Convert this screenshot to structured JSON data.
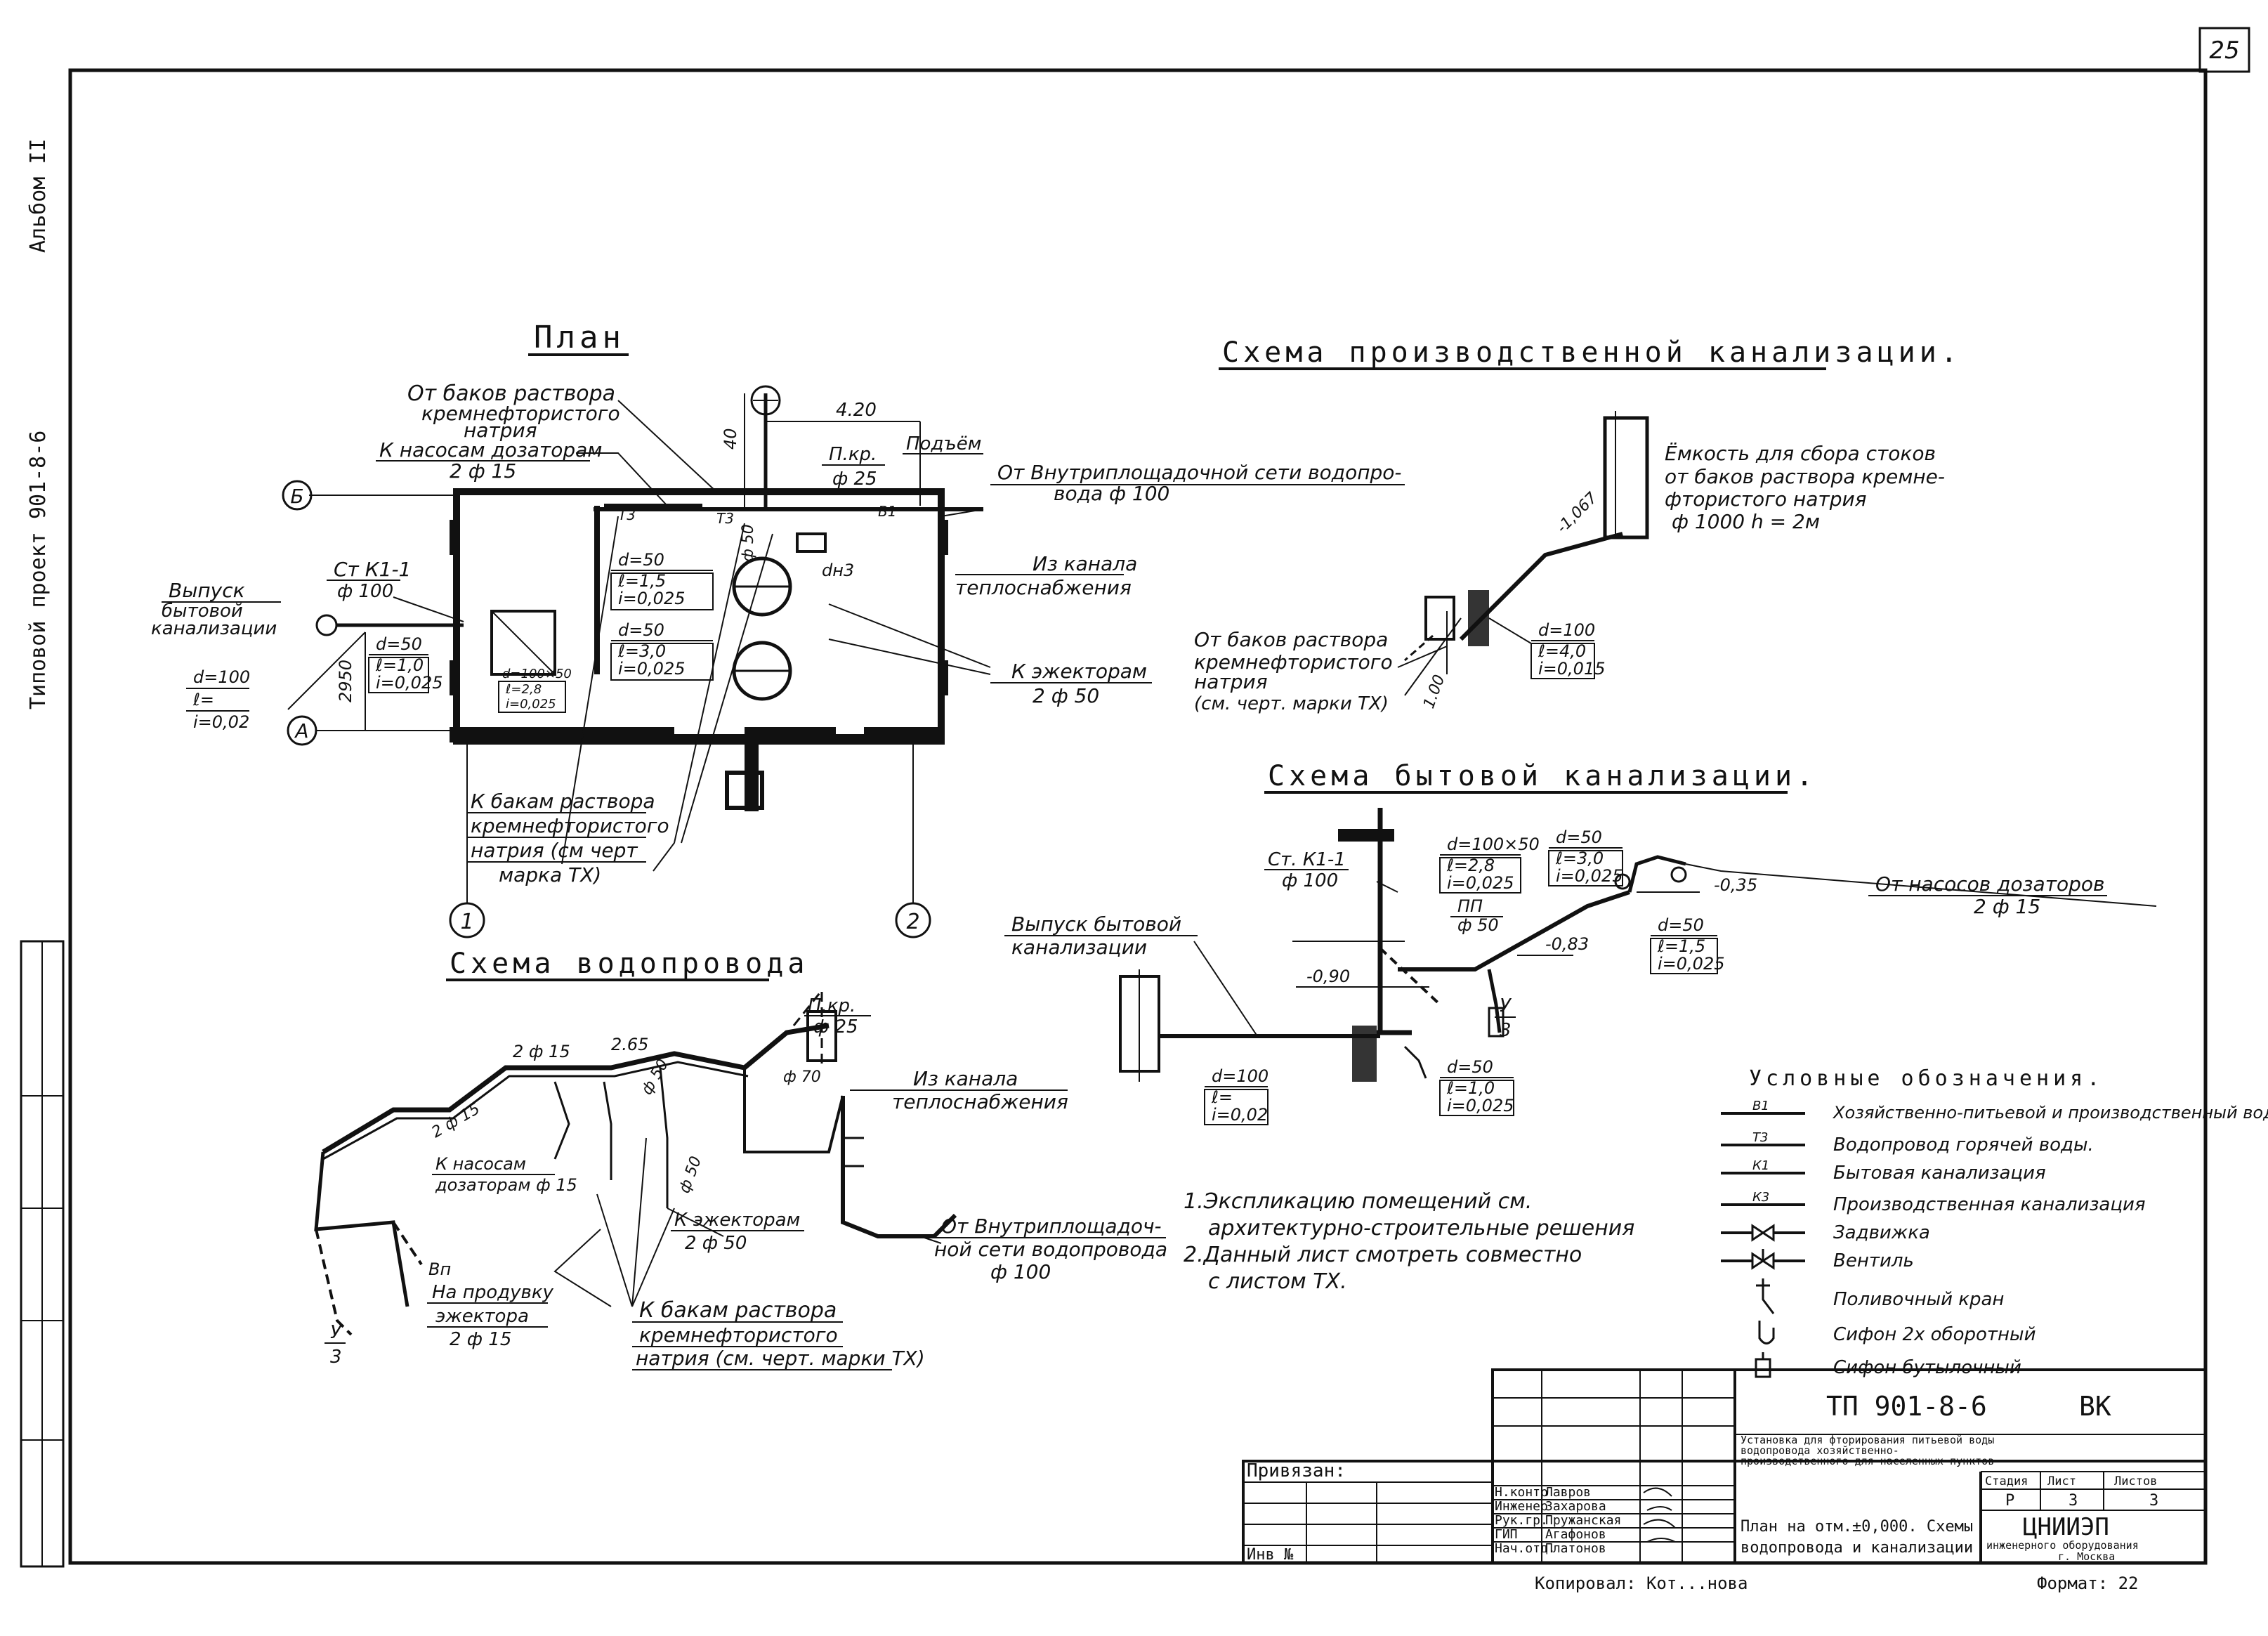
{
  "sheet": {
    "number": "25"
  },
  "side_text": {
    "album": "Альбом II",
    "project": "Типовой проект 901-8-6"
  },
  "plan": {
    "title": "План",
    "axes": {
      "b_upper": "Б",
      "a_lower": "А",
      "one": "1",
      "two": "2"
    },
    "from_tanks": [
      "От баков раствора",
      "кремнефтористого",
      "натрия"
    ],
    "to_pumps": [
      "К насосам дозаторам",
      "2 ф 15"
    ],
    "dim_40": "40",
    "dim_420": "4.20",
    "pkr": [
      "П.кр.",
      "ф 25"
    ],
    "rise": "Подъём",
    "from_network": [
      "От Внутриплощадочной сети водопро-",
      "вода ф 100"
    ],
    "from_channel": [
      "Из канала",
      "теплоснабжения"
    ],
    "to_ejectors": [
      "К эжекторам",
      "2 ф 50"
    ],
    "to_tanks": [
      "К бакам раствора",
      "кремнефтористого",
      "натрия (см черт",
      "марка ТХ)"
    ],
    "outlet": [
      "Выпуск",
      "бытовой",
      "канализации"
    ],
    "st_k1": [
      "Ст К1-1",
      "ф 100"
    ],
    "pipe_a": [
      "d=100",
      "ℓ=",
      "i=0,02"
    ],
    "pipe_b": [
      "d=50",
      "ℓ=1,0",
      "i=0,025"
    ],
    "pipe_c": [
      "d=50",
      "ℓ=1,5",
      "i=0,025"
    ],
    "pipe_d": [
      "d=50",
      "ℓ=3,0",
      "i=0,025"
    ],
    "pipe_e": [
      "d=100×50",
      "ℓ=2,8",
      "i=0,025"
    ],
    "dim_2950": "2950",
    "d_n3": "dн3",
    "phi50": "ф 50"
  },
  "water_scheme": {
    "title": "Схема водопровода",
    "pkr": [
      "П.кр.",
      "ф 25"
    ],
    "from_channel": [
      "Из канала",
      "теплоснабжения"
    ],
    "to_pumps": [
      "К насосам",
      "дозаторам ф 15"
    ],
    "to_ejectors": [
      "К эжекторам",
      "2 ф 50"
    ],
    "from_network": [
      "От Внутриплощадоч-",
      "ной сети водопровода",
      "ф 100"
    ],
    "purge": [
      "Вп",
      "На продувку",
      "эжектора",
      "2 ф 15"
    ],
    "to_tanks": [
      "К бакам раствора",
      "кремнефтористого",
      "натрия (см. черт. марки ТХ)"
    ],
    "dims": {
      "d265": "2.65",
      "d2f15": "2 ф 15",
      "d2f15b": "2 ф 15",
      "f50a": "ф 50",
      "f50b": "ф 50",
      "f70": "ф 70"
    },
    "u3": [
      "У",
      "3"
    ]
  },
  "prod_scheme": {
    "title": "Схема производственной канализации.",
    "tank": [
      "Ёмкость для сбора стоков",
      "от баков раствора кремне-",
      "фтористого натрия",
      "ф 1000 h = 2м"
    ],
    "from_tanks": [
      "От баков раствора",
      "кремнефтористого",
      "натрия",
      "(см. черт. марки ТХ)"
    ],
    "pipe": [
      "d=100",
      "ℓ=4,0",
      "i=0,015"
    ],
    "mark": "-1,067",
    "dim100": "1.00"
  },
  "home_scheme": {
    "title": "Схема бытовой канализации.",
    "st": [
      "Ст. К1-1",
      "ф 100"
    ],
    "outlet": [
      "Выпуск бытовой",
      "канализации"
    ],
    "from_pumps": [
      "От насосов дозаторов",
      "2 ф 15"
    ],
    "p1": [
      "d=100×50",
      "ℓ=2,8",
      "i=0,025"
    ],
    "p2": [
      "d=50",
      "ℓ=3,0",
      "i=0,025"
    ],
    "p3": [
      "d=50",
      "ℓ=1,5",
      "i=0,025"
    ],
    "p4": [
      "d=100",
      "ℓ=",
      "i=0,02"
    ],
    "p5": [
      "d=50",
      "ℓ=1,0",
      "i=0,025"
    ],
    "pp": [
      "ПП",
      "ф 50"
    ],
    "marks": {
      "m035": "-0,35",
      "m083": "-0,83",
      "m090": "-0,90"
    },
    "u3": [
      "У",
      "3"
    ]
  },
  "notes": [
    "1.Экспликацию помещений см.",
    "архитектурно-строительные решения",
    "2.Данный лист смотреть совместно",
    "с листом ТХ."
  ],
  "legend": {
    "title": "Условные обозначения.",
    "items": [
      {
        "code": "В1",
        "text": "Хозяйственно-питьевой и производственный водопровод."
      },
      {
        "code": "Т3",
        "text": "Водопровод горячей воды."
      },
      {
        "code": "К1",
        "text": "Бытовая канализация"
      },
      {
        "code": "К3",
        "text": "Производственная канализация"
      },
      {
        "code": "",
        "text": "Задвижка"
      },
      {
        "code": "",
        "text": "Вентиль"
      },
      {
        "code": "",
        "text": "Поливочный кран"
      },
      {
        "code": "",
        "text": "Сифон 2х оборотный"
      },
      {
        "code": "",
        "text": "Сифон бутылочный"
      }
    ]
  },
  "title_block": {
    "code": "ТП 901-8-6",
    "mark": "ВК",
    "description": [
      "Установка для фторирования питьевой воды",
      "водопровода хозяйственно-",
      "производственного для населенных пунктов"
    ],
    "privyazan": "Привязан:",
    "inv": "Инв №",
    "roles": [
      "Н.контр",
      "Инженер",
      "Рук.гр.",
      "ГИП",
      "Нач.отд."
    ],
    "names": [
      "Лавров",
      "Захарова",
      "Пружанская",
      "Агафонов",
      "Платонов"
    ],
    "sheet_title": [
      "План на отм.±0,000. Схемы",
      "водопровода и канализации"
    ],
    "stage_h": "Стадия",
    "sheet_h": "Лист",
    "sheets_h": "Листов",
    "stage": "Р",
    "sheet": "3",
    "sheets": "3",
    "org": "ЦНИИЭП",
    "org_sub": [
      "инженерного оборудования",
      "г. Москва"
    ],
    "copied": "Копировал: Кот...нова",
    "format": "Формат: 22"
  }
}
